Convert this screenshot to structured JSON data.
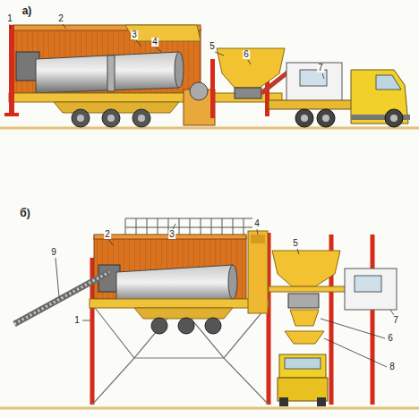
{
  "diagram": {
    "labels": [
      "а)",
      "1",
      "2",
      "3",
      "4",
      "5",
      "6",
      "7",
      "б)",
      "2",
      "3",
      "4",
      "5",
      "7",
      "9",
      "1",
      "6",
      "8"
    ]
  }
}
